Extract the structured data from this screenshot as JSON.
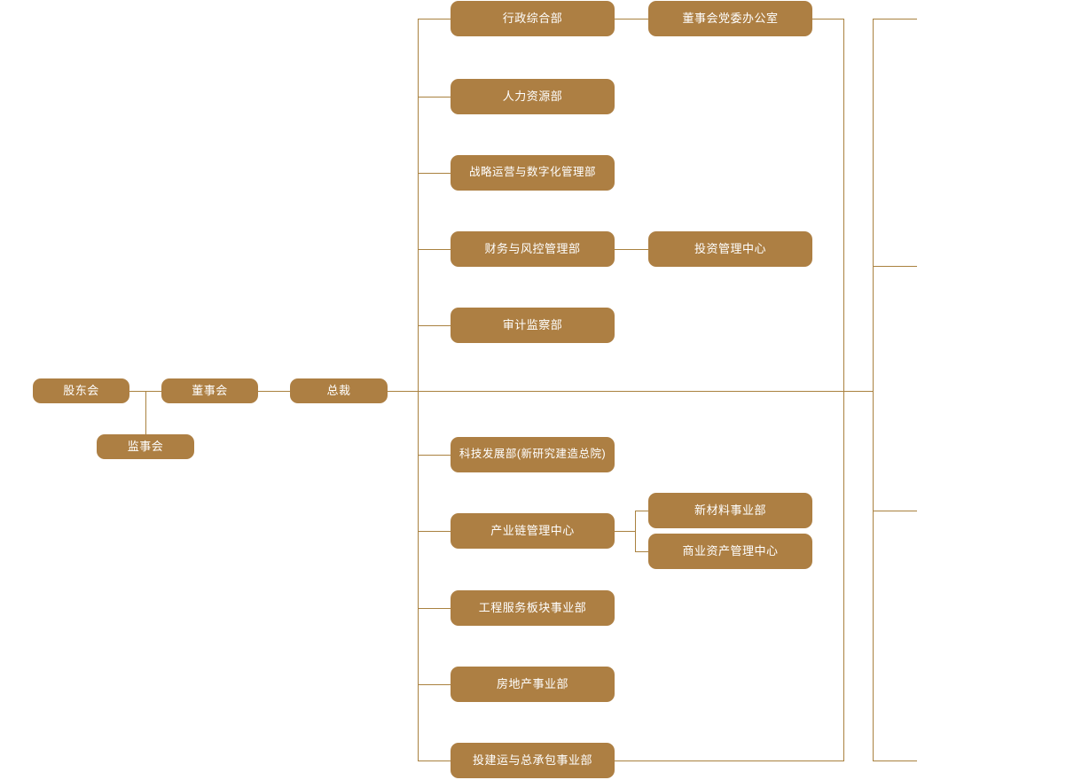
{
  "theme": {
    "node_fill": "#ad7f43",
    "node_text": "#ffffff",
    "connector": "#a9813f",
    "background": "#ffffff"
  },
  "governance": {
    "shareholders_meeting": "股东会",
    "board_of_directors": "董事会",
    "president": "总裁",
    "board_of_supervisors": "监事会"
  },
  "departments_upper": [
    {
      "label": "行政综合部"
    },
    {
      "label": "人力资源部"
    },
    {
      "label": "战略运营与数字化管理部"
    },
    {
      "label": "财务与风控管理部"
    },
    {
      "label": "审计监察部"
    }
  ],
  "departments_lower": [
    {
      "label": "科技发展部(新研究建造总院)"
    },
    {
      "label": "产业链管理中心"
    },
    {
      "label": "工程服务板块事业部"
    },
    {
      "label": "房地产事业部"
    },
    {
      "label": "投建运与总承包事业部"
    }
  ],
  "sub_units": [
    {
      "label": "董事会党委办公室",
      "parent": "行政综合部"
    },
    {
      "label": "投资管理中心",
      "parent": "财务与风控管理部"
    },
    {
      "label": "新材料事业部",
      "parent": "产业链管理中心"
    },
    {
      "label": "商业资产管理中心",
      "parent": "产业链管理中心"
    }
  ]
}
